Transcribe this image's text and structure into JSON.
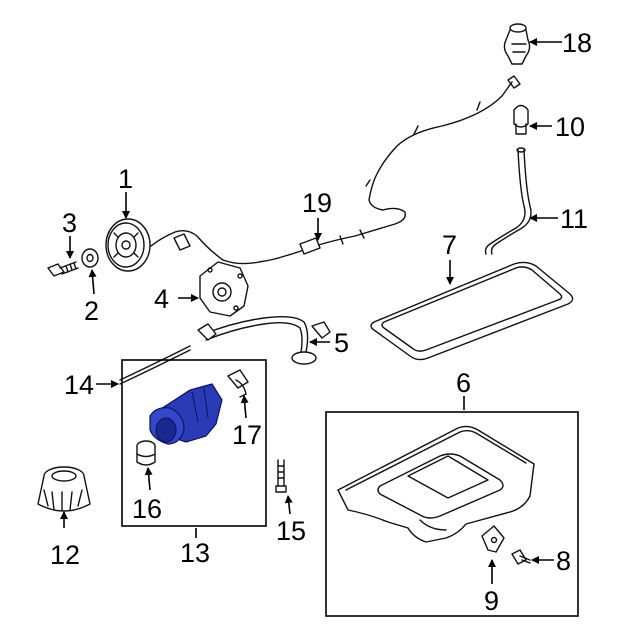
{
  "diagram": {
    "callouts": {
      "c1": "1",
      "c2": "2",
      "c3": "3",
      "c4": "4",
      "c5": "5",
      "c6": "6",
      "c7": "7",
      "c8": "8",
      "c9": "9",
      "c10": "10",
      "c11": "11",
      "c12": "12",
      "c13": "13",
      "c14": "14",
      "c15": "15",
      "c16": "16",
      "c17": "17",
      "c18": "18",
      "c19": "19"
    },
    "highlight_color": "#2233aa",
    "highlighted_part": "13"
  }
}
